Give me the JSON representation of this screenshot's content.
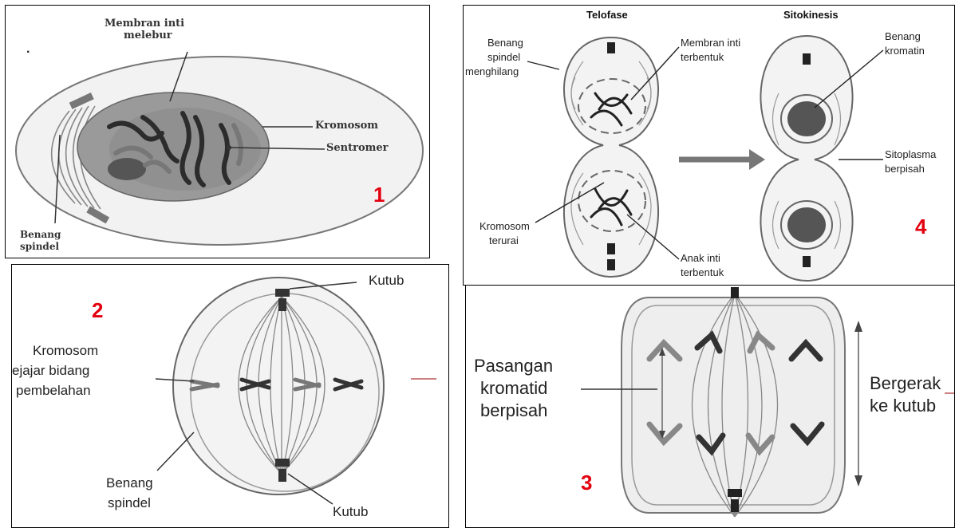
{
  "panel1": {
    "number": "1",
    "dot": ".",
    "labels": {
      "membran_line1": "Membran inti",
      "membran_line2": "melebur",
      "kromosom": "Kromosom",
      "sentromer": "Sentromer",
      "benang": "Benang",
      "spindel": "spindel"
    }
  },
  "panel2": {
    "number": "2",
    "labels": {
      "kutub_top": "Kutub",
      "kromosom": "Kromosom",
      "sejajar": "ejajar bidang",
      "pembelahan": "pembelahan",
      "benang": "Benang",
      "spindel": "spindel",
      "kutub_bottom": "Kutub"
    }
  },
  "panel3": {
    "number": "3",
    "labels": {
      "pasangan": "Pasangan",
      "kromatid": "kromatid",
      "berpisah": "berpisah",
      "bergerak": "Bergerak",
      "ke_kutub": "ke kutub"
    }
  },
  "panel4": {
    "number": "4",
    "stage_telofase": "Telofase",
    "stage_sitokinesis": "Sitokinesis",
    "labels": {
      "benang": "Benang",
      "spindel": "spindel",
      "menghilang": "menghilang",
      "membran": "Membran inti",
      "terbentuk1": "terbentuk",
      "benang2": "Benang",
      "kromatin": "kromatin",
      "sitoplasma": "Sitoplasma",
      "berpisah": "berpisah",
      "kromosom": "Kromosom",
      "terurai": "terurai",
      "anak_inti": "Anak inti",
      "terbentuk2": "terbentuk"
    }
  }
}
